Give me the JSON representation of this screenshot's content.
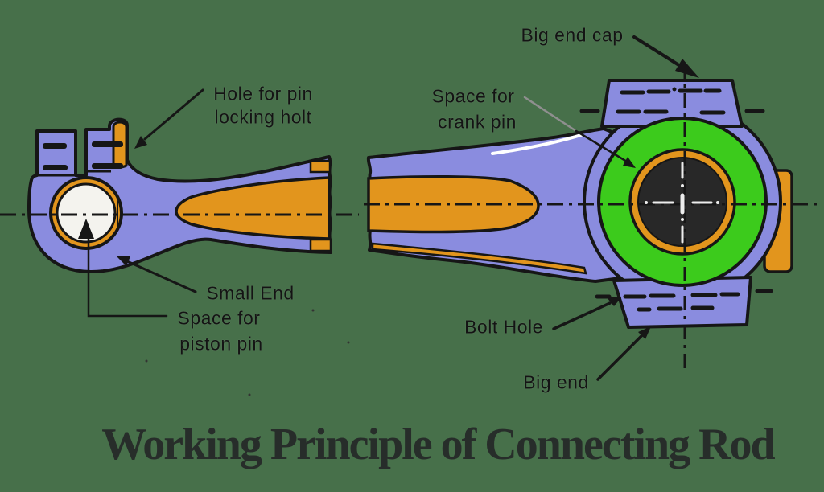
{
  "title": "Working Principle of Connecting Rod",
  "labels": {
    "hole_pin": {
      "line1": "Hole for pin",
      "line2": "locking holt"
    },
    "small_end": "Small End",
    "space_piston": {
      "line1": "Space for",
      "line2": "piston pin"
    },
    "space_crank": {
      "line1": "Space for",
      "line2": "crank pin"
    },
    "big_end_cap": "Big end cap",
    "bolt_hole": "Bolt Hole",
    "big_end": "Big end"
  },
  "colors": {
    "background": "#47704A",
    "body": "#8A8CDF",
    "bearing_orange": "#E2951D",
    "bearing_green": "#3CCB1C",
    "crank_space": "#282828",
    "pin_bore": "#F4F3EE",
    "outline": "#161616",
    "leader_gray": "#8F8F8F",
    "label_color": "#141414",
    "title_color": "#272D2A",
    "crosshair_white": "#EDEDED"
  }
}
